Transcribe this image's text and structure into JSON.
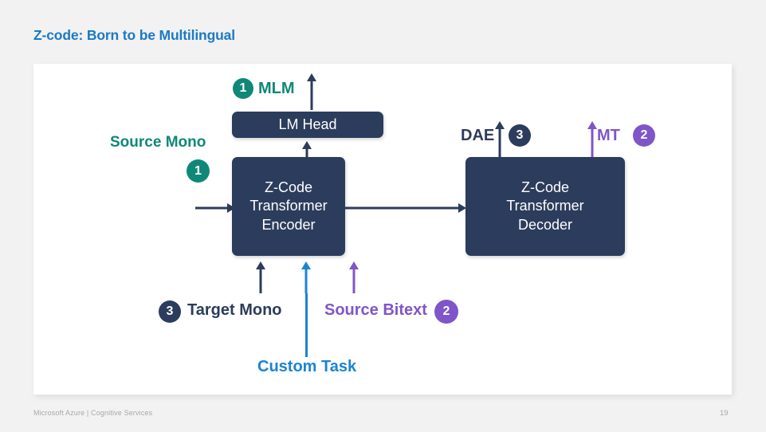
{
  "slide": {
    "title": "Z-code: Born to be Multilingual",
    "page_number": "19",
    "footer": "Microsoft Azure | Cognitive Services"
  },
  "colors": {
    "title_blue": "#1a7ac4",
    "navy": "#2c3c5c",
    "teal": "#0f8878",
    "purple": "#8055c8",
    "blue": "#1a84d0",
    "card_background": "#ffffff",
    "page_background": "#f2f2f2",
    "footer_gray": "#a8a8a8"
  },
  "diagram": {
    "nodes": [
      {
        "id": "lm-head",
        "label": "LM Head"
      },
      {
        "id": "encoder",
        "label": "Z-Code\nTransformer\nEncoder"
      },
      {
        "id": "decoder",
        "label": "Z-Code\nTransformer\nDecoder"
      }
    ],
    "labels": [
      {
        "id": "mlm",
        "text": "MLM",
        "color": "teal",
        "badge": "1",
        "badge_color": "teal",
        "badge_side": "left"
      },
      {
        "id": "source-mono",
        "text": "Source Mono",
        "color": "teal",
        "badge": "1",
        "badge_color": "teal",
        "badge_side": "below"
      },
      {
        "id": "dae",
        "text": "DAE",
        "color": "navy",
        "badge": "3",
        "badge_color": "navy",
        "badge_side": "right"
      },
      {
        "id": "mt",
        "text": "MT",
        "color": "purple",
        "badge": "2",
        "badge_color": "purple",
        "badge_side": "right"
      },
      {
        "id": "target-mono",
        "text": "Target Mono",
        "color": "navy",
        "badge": "3",
        "badge_color": "navy",
        "badge_side": "left"
      },
      {
        "id": "source-bitext",
        "text": "Source Bitext",
        "color": "purple",
        "badge": "2",
        "badge_color": "purple",
        "badge_side": "right"
      },
      {
        "id": "custom-task",
        "text": "Custom Task",
        "color": "blue",
        "badge": "",
        "badge_color": "",
        "badge_side": ""
      }
    ]
  }
}
